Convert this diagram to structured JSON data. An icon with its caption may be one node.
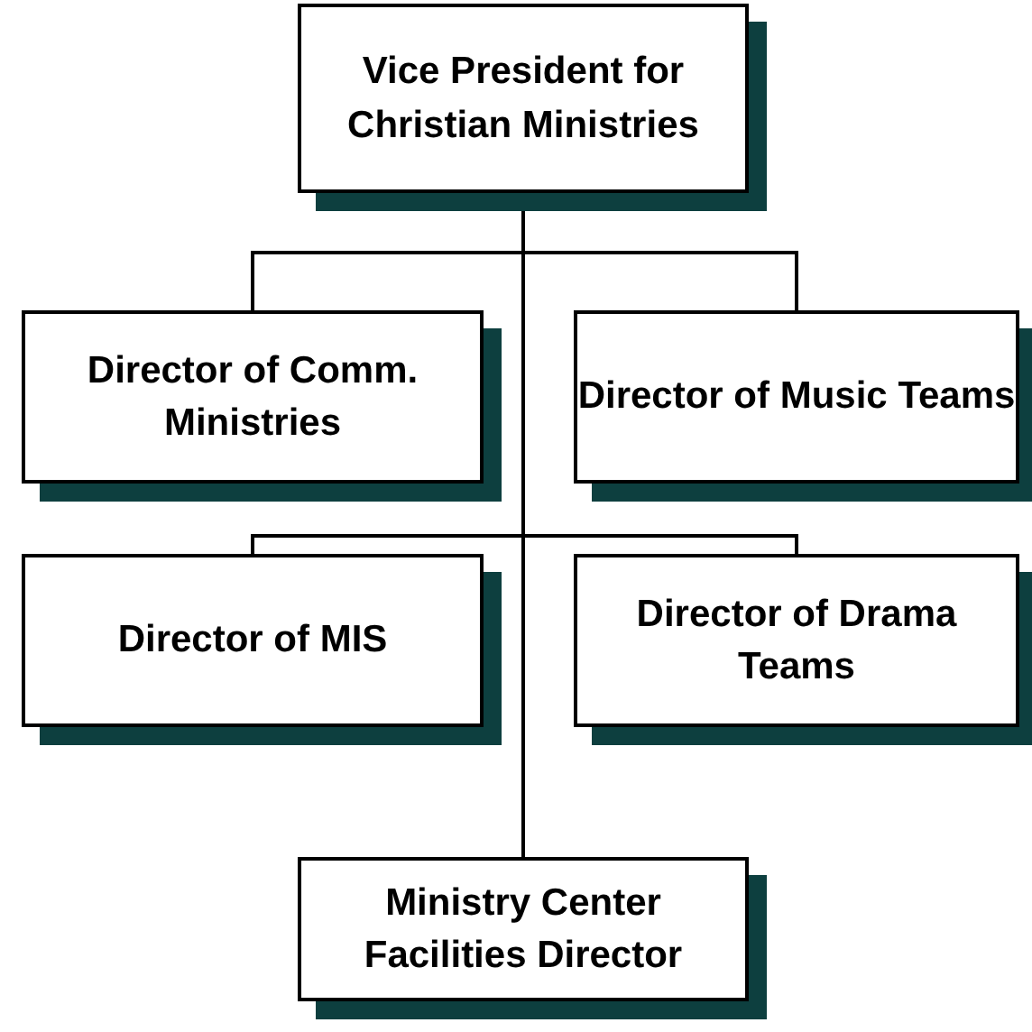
{
  "diagram": {
    "nodes": [
      {
        "text": [
          "Vice President for Christian Ministries"
        ]
      },
      {
        "text": [
          "Director of Comm. Ministries"
        ]
      },
      {
        "text": [
          "Director of Music Teams"
        ]
      },
      {
        "text": [
          "Director of MIS"
        ]
      },
      {
        "text": [
          "Director of Drama Teams"
        ]
      },
      {
        "text": [
          "Ministry Center Facilities Director"
        ]
      }
    ],
    "edges": [
      {
        "from": 0,
        "to": 1,
        "arrow": "none"
      },
      {
        "from": 0,
        "to": 2,
        "arrow": "none"
      },
      {
        "from": 0,
        "to": 3,
        "arrow": "none"
      },
      {
        "from": 0,
        "to": 4,
        "arrow": "none"
      },
      {
        "from": 0,
        "to": 5,
        "arrow": "none"
      }
    ]
  }
}
